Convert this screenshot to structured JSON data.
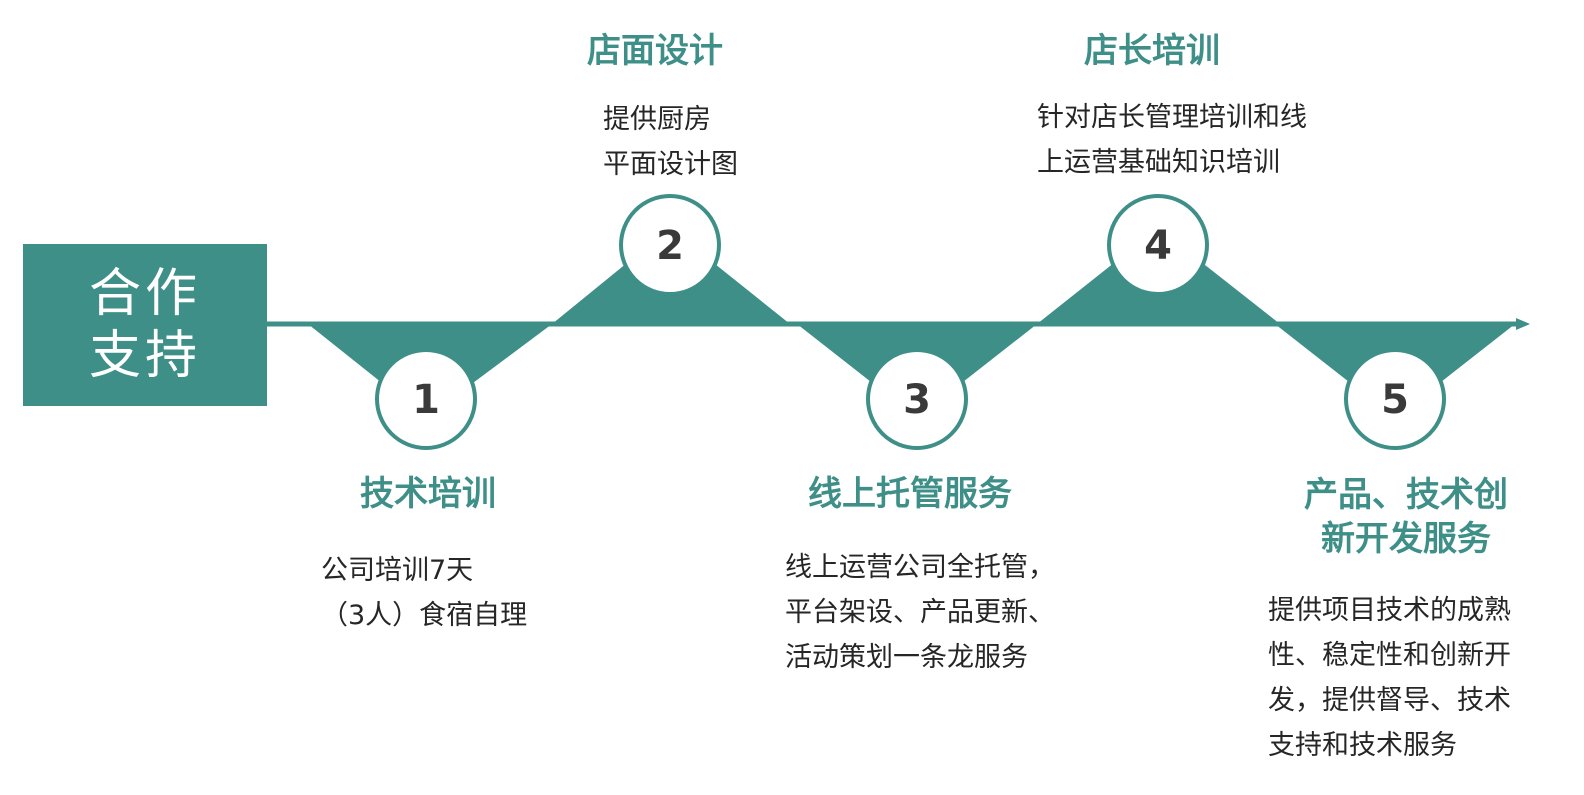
{
  "colors": {
    "teal": "#3d8f88",
    "text": "#262626",
    "number": "#3a3a3a"
  },
  "header": {
    "line1": "合作",
    "line2": "支持"
  },
  "steps": [
    {
      "number": "1",
      "title_lines": [
        "技术培训"
      ],
      "desc_lines": [
        "公司培训7天",
        "（3人）食宿自理"
      ]
    },
    {
      "number": "2",
      "title_lines": [
        "店面设计"
      ],
      "desc_lines": [
        "提供厨房",
        "平面设计图"
      ]
    },
    {
      "number": "3",
      "title_lines": [
        "线上托管服务"
      ],
      "desc_lines": [
        "线上运营公司全托管，",
        "平台架设、产品更新、",
        "活动策划一条龙服务"
      ]
    },
    {
      "number": "4",
      "title_lines": [
        "店长培训"
      ],
      "desc_lines": [
        "针对店长管理培训和线",
        "上运营基础知识培训"
      ]
    },
    {
      "number": "5",
      "title_lines": [
        "产品、技术创",
        "新开发服务"
      ],
      "desc_lines": [
        "提供项目技术的成熟",
        "性、稳定性和创新开",
        "发，提供督导、技术",
        "支持和技术服务"
      ]
    }
  ]
}
